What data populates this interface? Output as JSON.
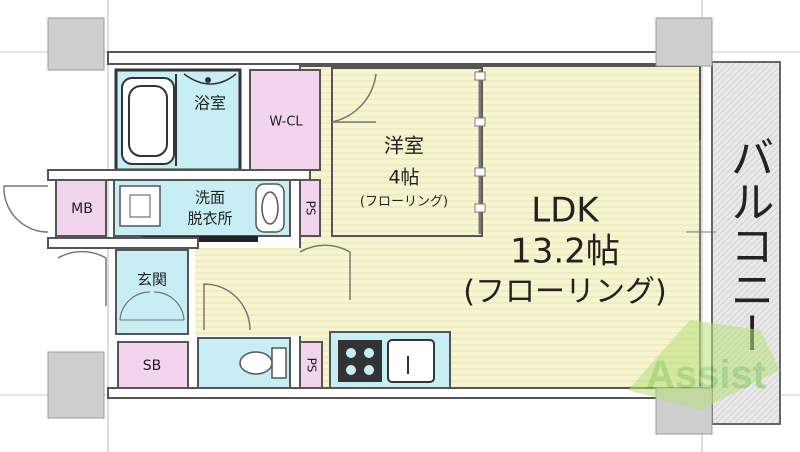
{
  "plan": {
    "bath": "浴室",
    "wcl": "W-CL",
    "western_room": {
      "name": "洋室",
      "size": "4帖",
      "floor": "(フローリング)"
    },
    "washroom": {
      "line1": "洗面",
      "line2": "脱衣所"
    },
    "mb": "MB",
    "ps_upper": "PS",
    "ps_lower": "PS",
    "entrance": "玄関",
    "sb": "SB",
    "ldk": {
      "name": "LDK",
      "size": "13.2帖",
      "floor": "(フローリング)"
    },
    "balcony": "バルコニー"
  },
  "watermark": "Assist",
  "colors": {
    "wall": "#555555",
    "pillar": "#cfcfcf",
    "floor_wood": "#f6f5cf",
    "wet_area": "#c8eef5",
    "closet": "#f2d4ec",
    "balcony": "#e6e6e6"
  }
}
